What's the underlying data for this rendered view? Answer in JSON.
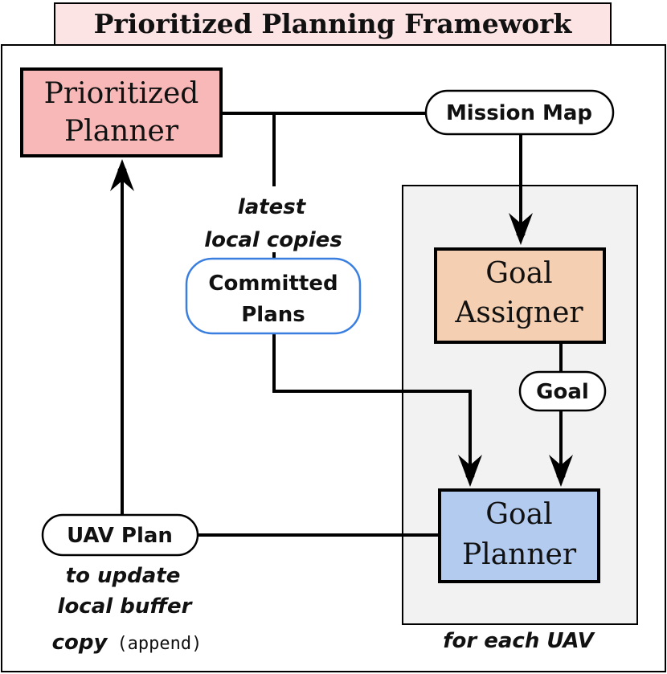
{
  "title": "Prioritized Planning Framework",
  "nodes": {
    "prioritized_planner": {
      "line1": "Prioritized",
      "line2": "Planner"
    },
    "goal_assigner": {
      "line1": "Goal",
      "line2": "Assigner"
    },
    "goal_planner": {
      "line1": "Goal",
      "line2": "Planner"
    },
    "mission_map": "Mission Map",
    "committed_plans": {
      "line1": "Committed",
      "line2": "Plans"
    },
    "goal": "Goal",
    "uav_plan": "UAV Plan"
  },
  "labels": {
    "latest_line1": "latest",
    "latest_line2": "local copies",
    "update_line1": "to update",
    "update_line2": "local buffer",
    "update_line3_bold": "copy",
    "update_line3_mono": "(append)",
    "for_each_uav": "for each UAV"
  },
  "colors": {
    "title_fill": "#fde4e4",
    "prioritized_planner_fill": "#f8b8b8",
    "goal_assigner_fill": "#f4cfb2",
    "goal_planner_fill": "#b3cbef",
    "uav_group_fill": "#f2f2f2",
    "committed_border": "#3a7fe0"
  }
}
